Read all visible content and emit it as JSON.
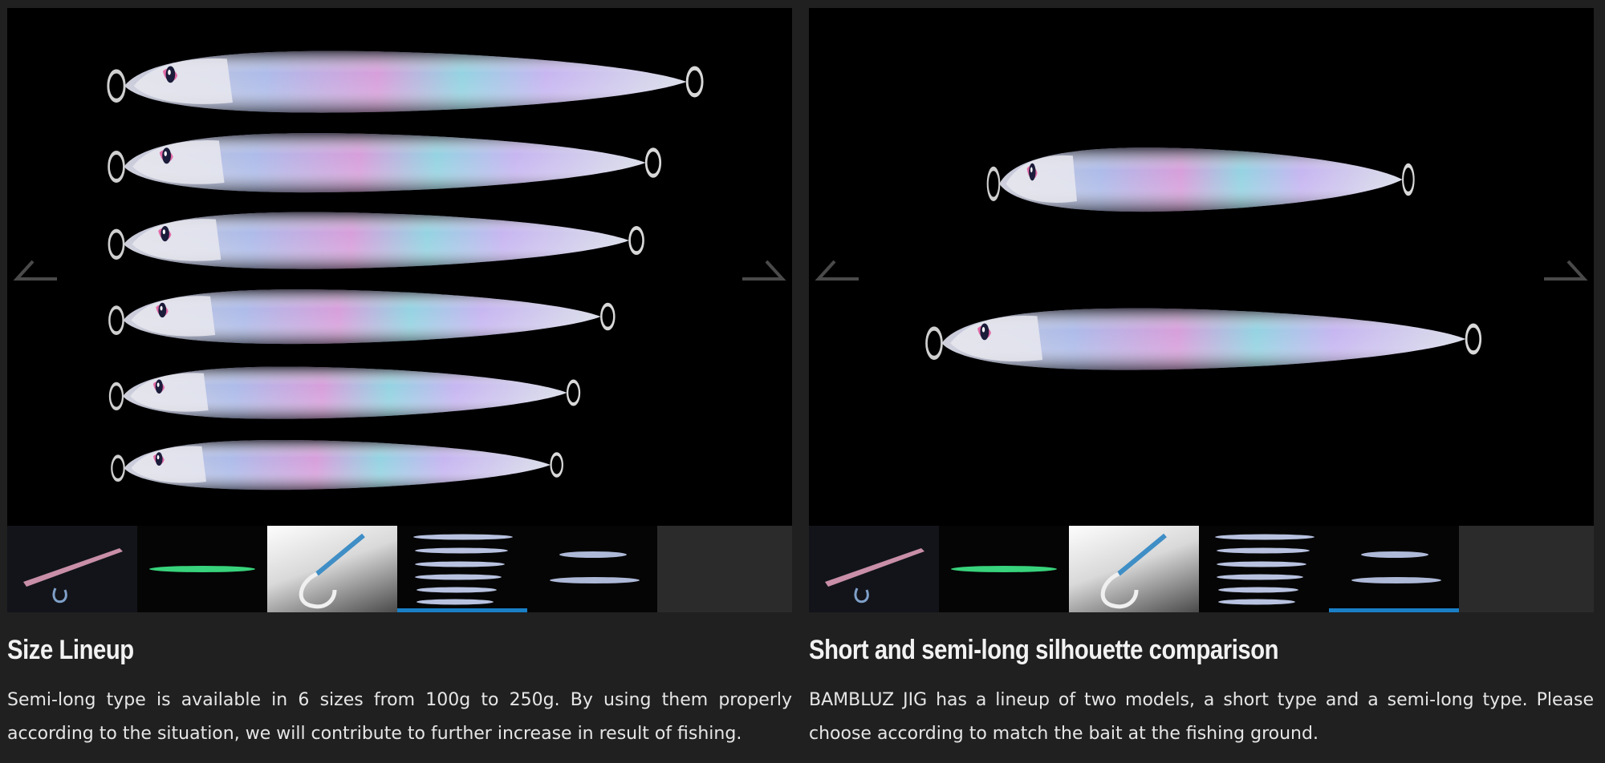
{
  "colors": {
    "page_background": "#202020",
    "stage_background": "#000000",
    "active_thumb_bar": "#1a7fc6"
  },
  "left_gallery": {
    "prev_icon": "chevron-left-icon",
    "next_icon": "chevron-right-icon",
    "active_thumbnail": 3,
    "thumbnails": [
      {
        "label": "pink-lure-with-hook"
      },
      {
        "label": "glow-green-lure"
      },
      {
        "label": "assist-hook"
      },
      {
        "label": "six-size-lineup"
      },
      {
        "label": "two-model-comparison"
      }
    ],
    "title": "Size Lineup",
    "description": "Semi-long type is available in 6 sizes from 100g to 250g. By using them properly according to the situation, we will contribute to further increase in result of fishing."
  },
  "right_gallery": {
    "prev_icon": "chevron-left-icon",
    "next_icon": "chevron-right-icon",
    "active_thumbnail": 4,
    "thumbnails": [
      {
        "label": "pink-lure-with-hook"
      },
      {
        "label": "glow-green-lure"
      },
      {
        "label": "assist-hook"
      },
      {
        "label": "six-size-lineup"
      },
      {
        "label": "two-model-comparison"
      }
    ],
    "title": "Short and semi-long silhouette comparison",
    "description": "BAMBLUZ JIG has a lineup of two models, a short type and a semi-long type. Please choose according to match the bait at the fishing ground."
  }
}
